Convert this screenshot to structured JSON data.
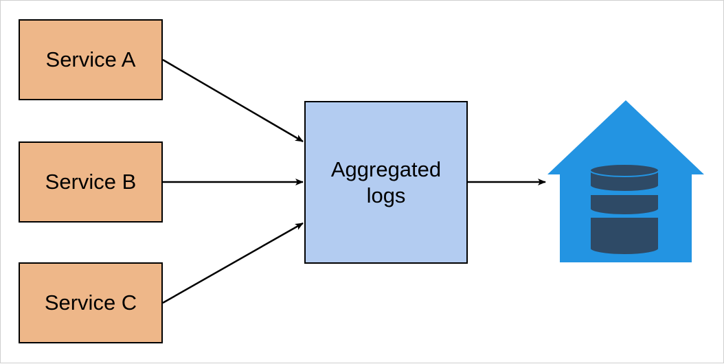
{
  "diagram": {
    "nodes": [
      {
        "id": "svc-a",
        "label": "Service A"
      },
      {
        "id": "svc-b",
        "label": "Service B"
      },
      {
        "id": "svc-c",
        "label": "Service C"
      },
      {
        "id": "aggregated",
        "label": "Aggregated logs"
      },
      {
        "id": "warehouse",
        "label": "",
        "icon": "data-warehouse-icon"
      }
    ],
    "edges": [
      {
        "from": "svc-a",
        "to": "aggregated"
      },
      {
        "from": "svc-b",
        "to": "aggregated"
      },
      {
        "from": "svc-c",
        "to": "aggregated"
      },
      {
        "from": "aggregated",
        "to": "warehouse"
      }
    ]
  },
  "colors": {
    "service_fill": "#eeb789",
    "aggregated_fill": "#b3ccf1",
    "warehouse_roof": "#2394e2",
    "warehouse_cylinder": "#2e4a66",
    "stroke": "#000000"
  }
}
